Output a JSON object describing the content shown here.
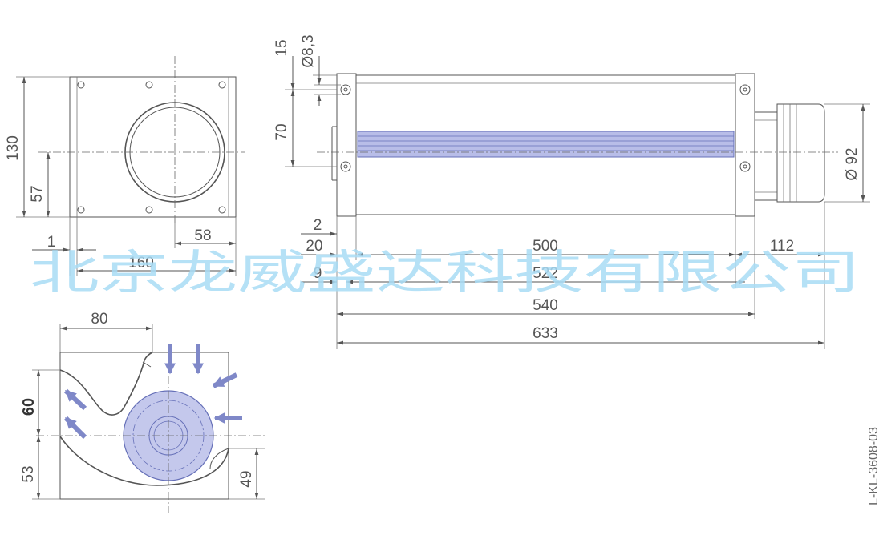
{
  "colors": {
    "line": "#555555",
    "blade_fill": "#b8bde8",
    "blade_stroke": "#6670b8",
    "impeller_fill": "#c4c8ec",
    "arrow": "#7f88c8",
    "watermark": "#a9dcf5"
  },
  "watermark": "北京龙威盛达科技有限公司",
  "reference_code": "L-KL-3608-03",
  "icons": [
    "airflow-arrow-icon"
  ],
  "front_view": {
    "height": "130",
    "center_height": "57",
    "margin": "1",
    "offset": "58",
    "width": "160"
  },
  "side_view": {
    "hole_pitch": "15",
    "hole_diameter": "Ø8,3",
    "hole_spacing": "70",
    "motor_diameter": "Ø 92",
    "flange_thickness": "2",
    "offset_left": "20",
    "length_impeller": "500",
    "length_motor": "112",
    "inner_offset": "9",
    "length_inner": "522",
    "length_housing": "540",
    "length_total": "633"
  },
  "section_view": {
    "width_outlet": "80",
    "height_upper": "60",
    "height_lower": "53",
    "height_right": "49"
  }
}
